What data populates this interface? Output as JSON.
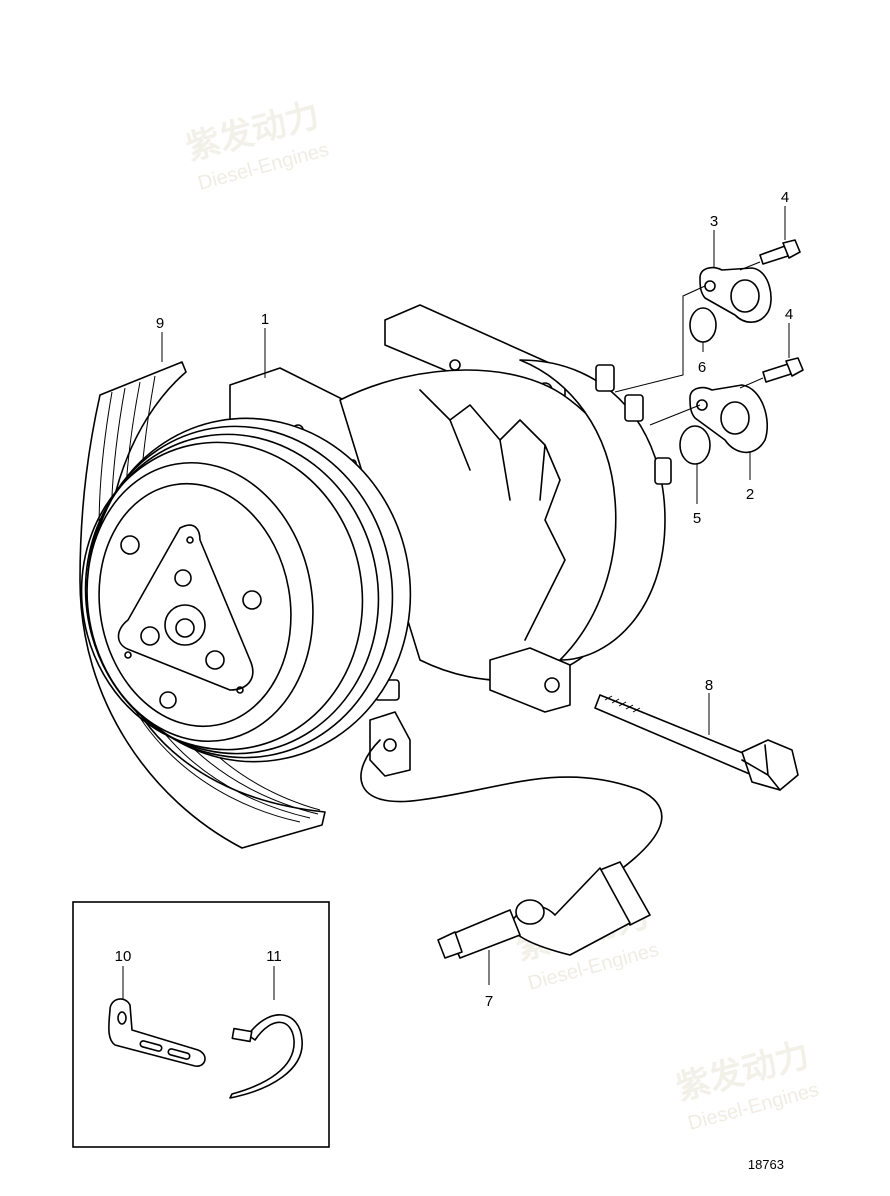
{
  "diagram": {
    "drawing_number": "18763",
    "watermark": {
      "brand_cn": "紫发动力",
      "brand_en": "Diesel-Engines"
    },
    "callouts": [
      {
        "id": "1",
        "part": "compressor"
      },
      {
        "id": "2",
        "part": "flange-discharge"
      },
      {
        "id": "3",
        "part": "flange-suction"
      },
      {
        "id": "4",
        "part": "screw"
      },
      {
        "id": "4",
        "part": "screw"
      },
      {
        "id": "5",
        "part": "o-ring"
      },
      {
        "id": "6",
        "part": "o-ring"
      },
      {
        "id": "7",
        "part": "cable-connector"
      },
      {
        "id": "8",
        "part": "bolt"
      },
      {
        "id": "9",
        "part": "drive-belt"
      },
      {
        "id": "10",
        "part": "bracket"
      },
      {
        "id": "11",
        "part": "cable-tie"
      }
    ]
  }
}
